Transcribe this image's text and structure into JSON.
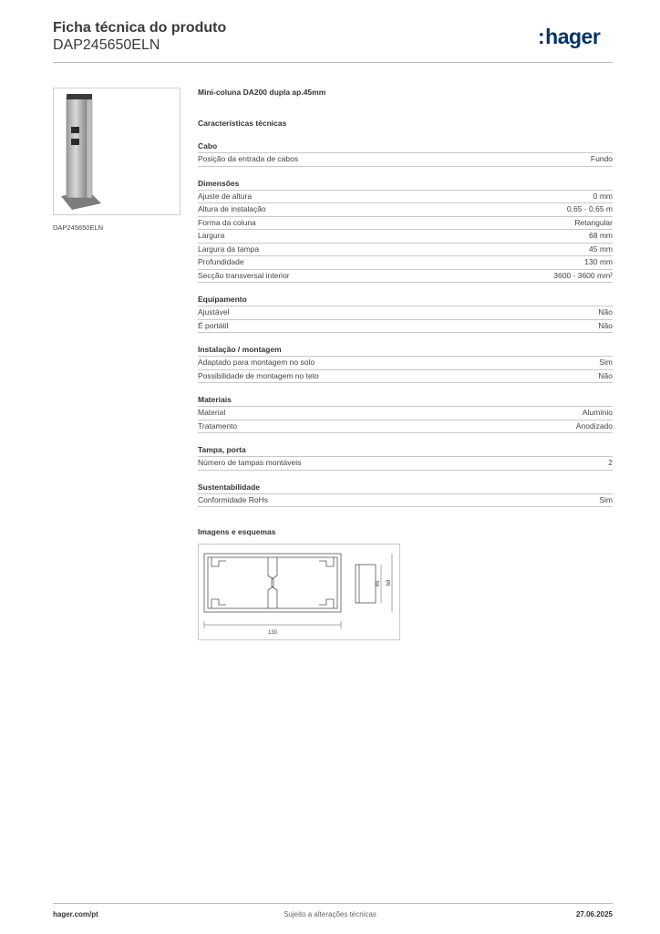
{
  "header": {
    "title": "Ficha técnica do produto",
    "code": "DAP245650ELN",
    "logo": "hager"
  },
  "thumbnail": {
    "caption": "DAP245650ELN"
  },
  "product": {
    "name": "Mini-coluna DA200 dupla ap.45mm"
  },
  "section_title": "Características técnicas",
  "groups": [
    {
      "title": "Cabo",
      "rows": [
        {
          "label": "Posição da entrada de cabos",
          "value": "Fundo"
        }
      ]
    },
    {
      "title": "Dimensões",
      "rows": [
        {
          "label": "Ajuste de altura",
          "value": "0 mm"
        },
        {
          "label": "Altura de instalação",
          "value": "0,65 - 0,65 m"
        },
        {
          "label": "Forma da coluna",
          "value": "Retangular"
        },
        {
          "label": "Largura",
          "value": "68 mm"
        },
        {
          "label": "Largura da tampa",
          "value": "45 mm"
        },
        {
          "label": "Profundidade",
          "value": "130 mm"
        },
        {
          "label": "Secção transversal interior",
          "value": "3600 - 3600 mm²"
        }
      ]
    },
    {
      "title": "Equipamento",
      "rows": [
        {
          "label": "Ajustável",
          "value": "Não"
        },
        {
          "label": "É portátil",
          "value": "Não"
        }
      ]
    },
    {
      "title": "Instalação / montagem",
      "rows": [
        {
          "label": "Adaptado para montagem no solo",
          "value": "Sim"
        },
        {
          "label": "Possibilidade de montagem no teto",
          "value": "Não"
        }
      ]
    },
    {
      "title": "Materiais",
      "rows": [
        {
          "label": "Material",
          "value": "Alumínio"
        },
        {
          "label": "Tratamento",
          "value": "Anodizado"
        }
      ]
    },
    {
      "title": "Tampa, porta",
      "rows": [
        {
          "label": "Número de tampas montáveis",
          "value": "2"
        }
      ]
    },
    {
      "title": "Sustentabilidade",
      "rows": [
        {
          "label": "Conformidade RoHs",
          "value": "Sim"
        }
      ]
    }
  ],
  "images": {
    "title": "Imagens e esquemas",
    "dim_depth": "130",
    "dim_cover": "45",
    "dim_width": "68"
  },
  "footer": {
    "left": "hager.com/pt",
    "center": "Sujeito a alterações técnicas",
    "right": "27.06.2025"
  }
}
